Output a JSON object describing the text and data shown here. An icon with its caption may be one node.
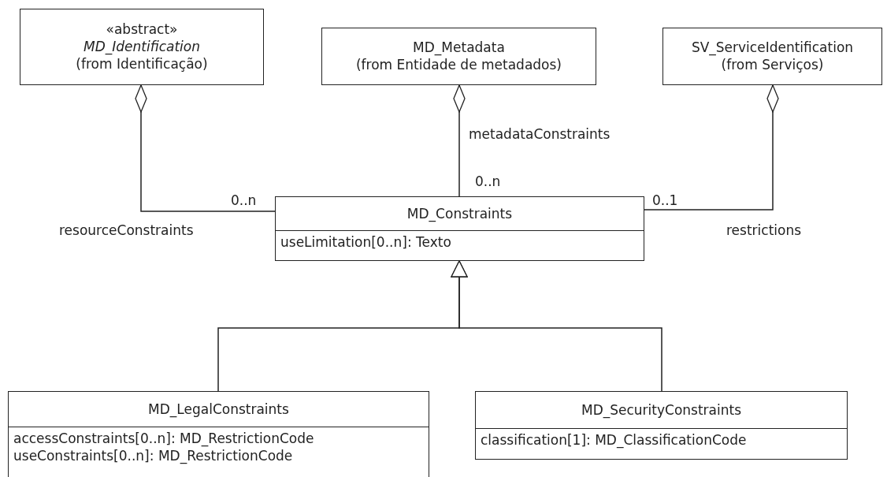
{
  "diagram": {
    "nodes": [
      {
        "text": [
          "«abstract»",
          "*MD_Identification*",
          "(from Identificação)"
        ]
      },
      {
        "text": [
          "MD_Metadata",
          "(from Entidade de metadados)"
        ]
      },
      {
        "text": [
          "SV_ServiceIdentification",
          "(from Serviços)"
        ]
      },
      {
        "text": [
          "MD_Constraints",
          "useLimitation[0..n]: Texto"
        ]
      },
      {
        "text": [
          "MD_LegalConstraints",
          "accessConstraints[0..n]: MD_RestrictionCode",
          "useConstraints[0..n]: MD_RestrictionCode"
        ]
      },
      {
        "text": [
          "MD_SecurityConstraints",
          "classification[1]: MD_ClassificationCode"
        ]
      }
    ],
    "edges": [
      {
        "from": 3,
        "to": 0,
        "arrow": "other",
        "label": "resourceConstraints"
      },
      {
        "from": 3,
        "to": 1,
        "arrow": "other",
        "label": "metadataConstraints"
      },
      {
        "from": 3,
        "to": 2,
        "arrow": "other",
        "label": "restrictions"
      },
      {
        "from": 4,
        "to": 3,
        "arrow": "to"
      },
      {
        "from": 5,
        "to": 3,
        "arrow": "to"
      }
    ],
    "labels": [
      "0..n",
      "0..n",
      "0..1"
    ]
  }
}
